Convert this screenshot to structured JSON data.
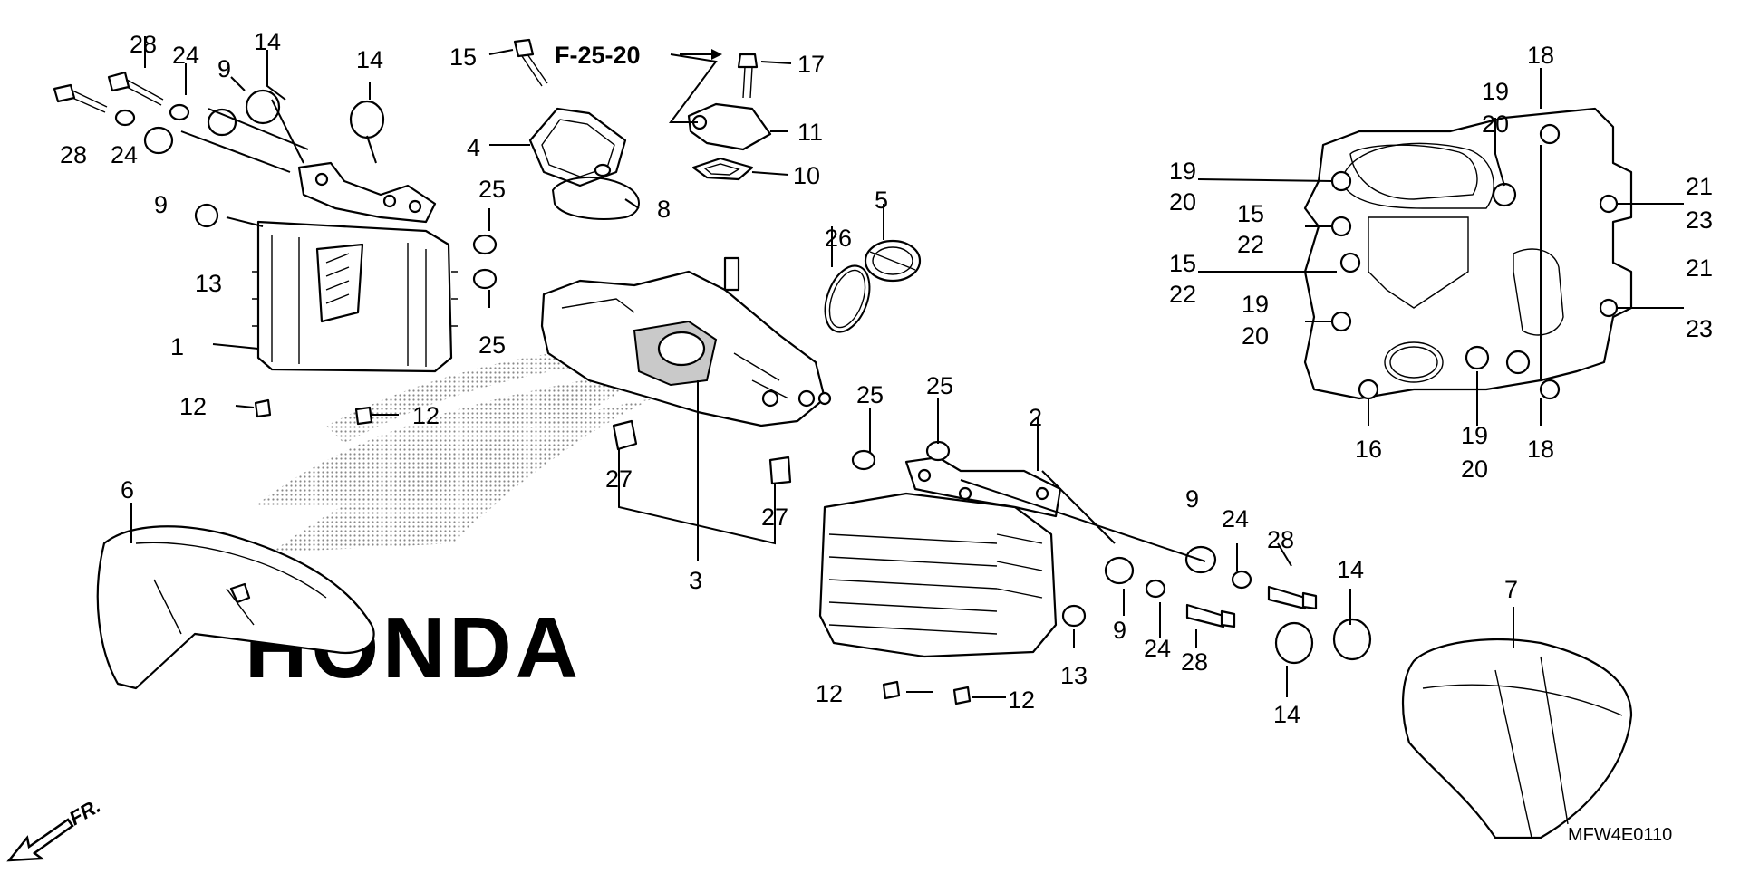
{
  "diagram": {
    "drawing_code": "MFW4E0110",
    "reference_label": "F-25-20",
    "direction_label": "FR.",
    "watermark_text": "HONDA",
    "callouts": [
      {
        "id": "c-28a",
        "text": "28"
      },
      {
        "id": "c-24a",
        "text": "24"
      },
      {
        "id": "c-9a",
        "text": "9"
      },
      {
        "id": "c-14a",
        "text": "14"
      },
      {
        "id": "c-14b",
        "text": "14"
      },
      {
        "id": "c-28b",
        "text": "28"
      },
      {
        "id": "c-24b",
        "text": "24"
      },
      {
        "id": "c-9b",
        "text": "9"
      },
      {
        "id": "c-13a",
        "text": "13"
      },
      {
        "id": "c-25a",
        "text": "25"
      },
      {
        "id": "c-25b",
        "text": "25"
      },
      {
        "id": "c-1",
        "text": "1"
      },
      {
        "id": "c-12a",
        "text": "12"
      },
      {
        "id": "c-12b",
        "text": "12"
      },
      {
        "id": "c-15a",
        "text": "15"
      },
      {
        "id": "c-4",
        "text": "4"
      },
      {
        "id": "c-8",
        "text": "8"
      },
      {
        "id": "c-17",
        "text": "17"
      },
      {
        "id": "c-11",
        "text": "11"
      },
      {
        "id": "c-10",
        "text": "10"
      },
      {
        "id": "c-5",
        "text": "5"
      },
      {
        "id": "c-26",
        "text": "26"
      },
      {
        "id": "c-27a",
        "text": "27"
      },
      {
        "id": "c-27b",
        "text": "27"
      },
      {
        "id": "c-3",
        "text": "3"
      },
      {
        "id": "c-6",
        "text": "6"
      },
      {
        "id": "c-25c",
        "text": "25"
      },
      {
        "id": "c-25d",
        "text": "25"
      },
      {
        "id": "c-2",
        "text": "2"
      },
      {
        "id": "c-9c",
        "text": "9"
      },
      {
        "id": "c-24c",
        "text": "24"
      },
      {
        "id": "c-28c",
        "text": "28"
      },
      {
        "id": "c-14c",
        "text": "14"
      },
      {
        "id": "c-9d",
        "text": "9"
      },
      {
        "id": "c-24d",
        "text": "24"
      },
      {
        "id": "c-28d",
        "text": "28"
      },
      {
        "id": "c-13b",
        "text": "13"
      },
      {
        "id": "c-14d",
        "text": "14"
      },
      {
        "id": "c-12c",
        "text": "12"
      },
      {
        "id": "c-12d",
        "text": "12"
      },
      {
        "id": "c-7",
        "text": "7"
      },
      {
        "id": "c-18a",
        "text": "18"
      },
      {
        "id": "c-19a",
        "text": "19"
      },
      {
        "id": "c-20a",
        "text": "20"
      },
      {
        "id": "c-19b",
        "text": "19"
      },
      {
        "id": "c-20b",
        "text": "20"
      },
      {
        "id": "c-15b",
        "text": "15"
      },
      {
        "id": "c-22a",
        "text": "22"
      },
      {
        "id": "c-15c",
        "text": "15"
      },
      {
        "id": "c-22b",
        "text": "22"
      },
      {
        "id": "c-19c",
        "text": "19"
      },
      {
        "id": "c-20c",
        "text": "20"
      },
      {
        "id": "c-21a",
        "text": "21"
      },
      {
        "id": "c-23a",
        "text": "23"
      },
      {
        "id": "c-21b",
        "text": "21"
      },
      {
        "id": "c-23b",
        "text": "23"
      },
      {
        "id": "c-16",
        "text": "16"
      },
      {
        "id": "c-19d",
        "text": "19"
      },
      {
        "id": "c-20d",
        "text": "20"
      },
      {
        "id": "c-18b",
        "text": "18"
      }
    ]
  }
}
